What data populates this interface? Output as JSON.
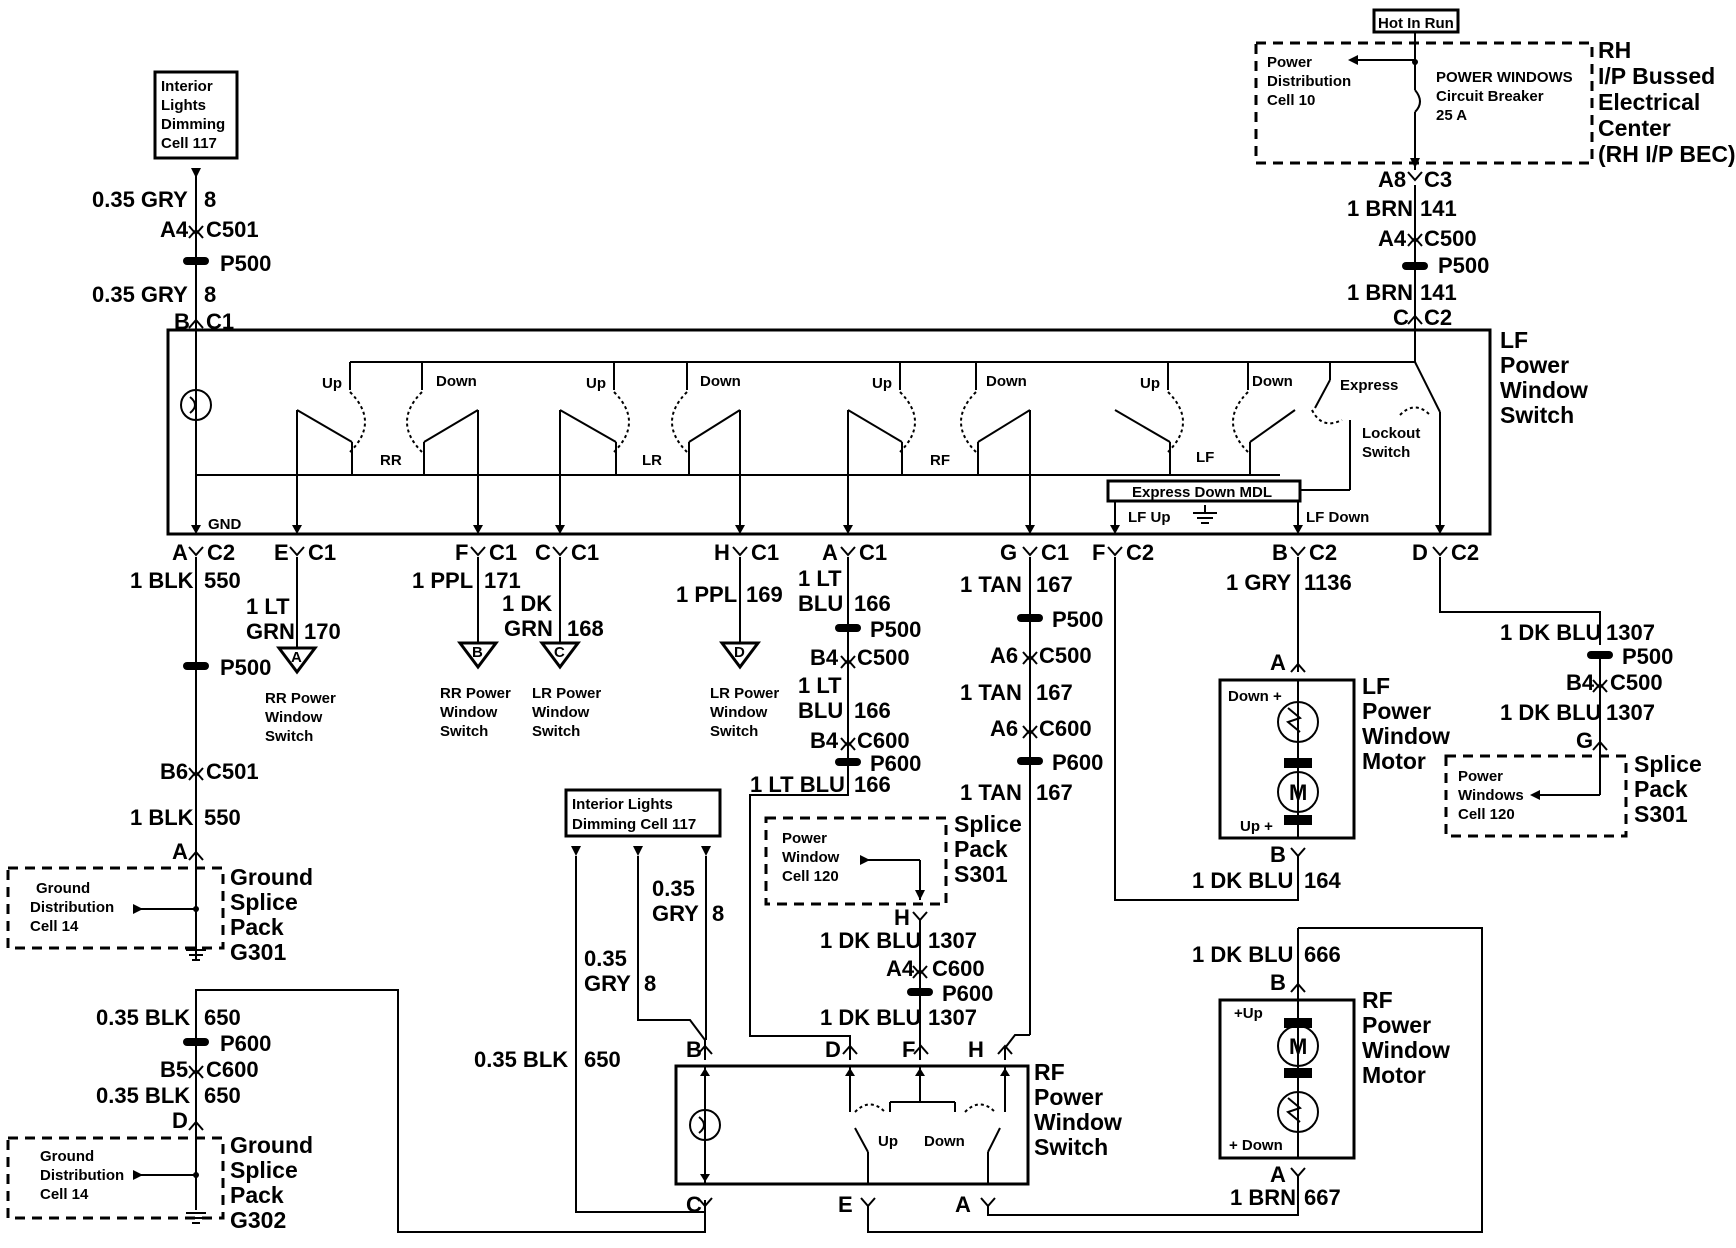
{
  "hot_in_run": "Hot In Run",
  "bec": {
    "name_lines": [
      "RH",
      "I/P Bussed",
      "Electrical",
      "Center",
      "(RH I/P BEC)"
    ],
    "power_dist_lines": [
      "Power",
      "Distribution",
      "Cell 10"
    ],
    "breaker_lines": [
      "POWER WINDOWS",
      "Circuit Breaker",
      "25 A"
    ]
  },
  "interior_dim_top": [
    "Interior",
    "Lights",
    "Dimming",
    "Cell 117"
  ],
  "interior_dim_mid": [
    "Interior Lights",
    "Dimming Cell 117"
  ],
  "lf_switch": {
    "name_lines": [
      "LF",
      "Power",
      "Window",
      "Switch"
    ],
    "up": "Up",
    "down": "Down",
    "rr": "RR",
    "lr": "LR",
    "rf": "RF",
    "lf": "LF",
    "express": "Express",
    "lockout_lines": [
      "Lockout",
      "Switch"
    ],
    "express_mdl": "Express Down MDL",
    "lf_up": "LF Up",
    "lf_down": "LF Down",
    "gnd": "GND"
  },
  "rf_switch": {
    "name_lines": [
      "RF",
      "Power",
      "Window",
      "Switch"
    ],
    "up": "Up",
    "down": "Down"
  },
  "lf_motor": {
    "name_lines": [
      "LF",
      "Power",
      "Window",
      "Motor"
    ],
    "down_plus": "Down +",
    "up_plus": "Up +",
    "m": "M"
  },
  "rf_motor": {
    "name_lines": [
      "RF",
      "Power",
      "Window",
      "Motor"
    ],
    "plus_up": "+Up",
    "plus_down": "+ Down",
    "m": "M"
  },
  "splice_s301": [
    "Splice",
    "Pack",
    "S301"
  ],
  "pw_cell120_mid": [
    "Power",
    "Window",
    "Cell 120"
  ],
  "pw_cell120_right": [
    "Power",
    "Windows",
    "Cell 120"
  ],
  "ground_g301": {
    "name_lines": [
      "Ground",
      "Splice",
      "Pack",
      "G301"
    ],
    "dist_lines": [
      "Ground",
      "Distribution",
      "Cell 14"
    ]
  },
  "ground_g302": {
    "name_lines": [
      "Ground",
      "Splice",
      "Pack",
      "G302"
    ],
    "dist_lines": [
      "Ground",
      "Distribution",
      "Cell 14"
    ]
  },
  "switch_refs": {
    "rr": [
      "RR Power",
      "Window",
      "Switch"
    ],
    "rr2": [
      "RR Power",
      "Window",
      "Switch"
    ],
    "lr": [
      "LR Power",
      "Window",
      "Switch"
    ],
    "lr2": [
      "LR Power",
      "Window",
      "Switch"
    ]
  },
  "refs": {
    "a": "A",
    "b": "B",
    "c": "C",
    "d": "D"
  },
  "wires": {
    "gry_8": "0.35 GRY",
    "n8": "8",
    "brn_1": "1 BRN",
    "n141": "141",
    "blk_1": "1 BLK",
    "n550": "550",
    "lt_1": "1 LT",
    "grn": "GRN",
    "n170": "170",
    "ppl_1": "1 PPL",
    "n171": "171",
    "dk_1": "1 DK",
    "n168": "168",
    "n169": "169",
    "blu": "BLU",
    "n166": "166",
    "ltblu_1": "1 LT BLU",
    "tan_1": "1 TAN",
    "n167": "167",
    "gry_1": "1 GRY",
    "n1136": "1136",
    "dkblu_1": "1 DK BLU",
    "n1307": "1307",
    "n164": "164",
    "n666": "666",
    "n667": "667",
    "blk_035": "0.35 BLK",
    "n650": "650",
    "gry_035": "0.35",
    "gry_w": "GRY"
  },
  "conn": {
    "A": "A",
    "B": "B",
    "C": "C",
    "D": "D",
    "E": "E",
    "F": "F",
    "G": "G",
    "H": "H",
    "A4": "A4",
    "A6": "A6",
    "A8": "A8",
    "B4": "B4",
    "B5": "B5",
    "B6": "B6",
    "C1": "C1",
    "C2": "C2",
    "C3": "C3",
    "C500": "C500",
    "C501": "C501",
    "C600": "C600",
    "P500": "P500",
    "P600": "P600"
  }
}
